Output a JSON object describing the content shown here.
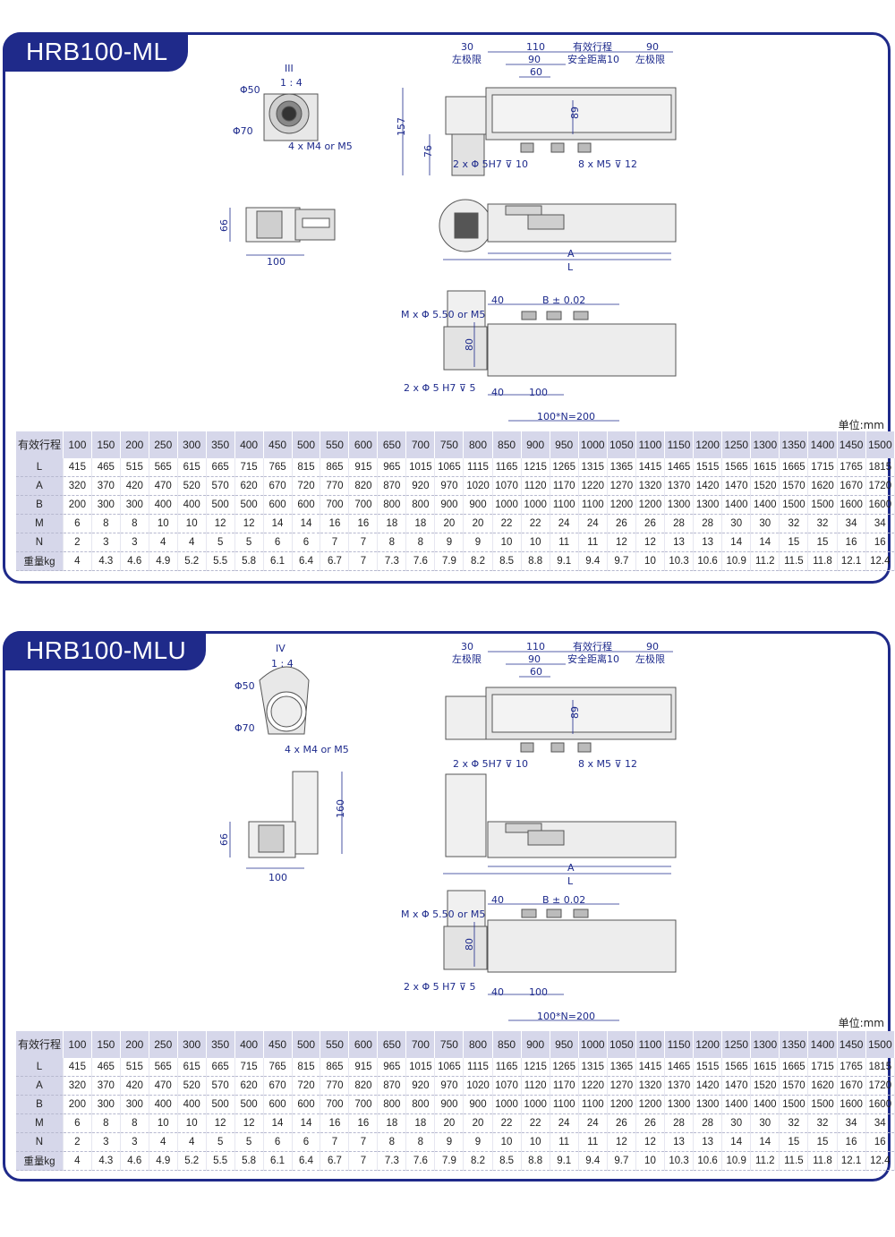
{
  "sections": [
    {
      "title": "HRB100-ML",
      "view_label": "III",
      "view_scale": "1 : 4",
      "labels": {
        "phi50": "Φ50",
        "phi70": "Φ70",
        "mount": "4 x  M4 or M5",
        "d66": "66",
        "d100": "100",
        "d157": "157",
        "d76": "76",
        "d89": "89",
        "d30": "30",
        "left_limit_a": "左极限",
        "d110": "110",
        "d90a": "90",
        "d60": "60",
        "stroke": "有效行程",
        "safety": "安全距离10",
        "d90b": "90",
        "left_limit_b": "左极限",
        "pin": "2 x Φ 5H7 ⊽ 10",
        "screw": "8 x  M5 ⊽ 12",
        "A": "A",
        "L": "L",
        "m_holes": "M x Φ 5.50 or M5",
        "d40a": "40",
        "B": "B ± 0.02",
        "d80": "80",
        "pin2": "2 x Φ 5 H7 ⊽  5",
        "d40b": "40",
        "d100b": "100",
        "nx200": "100*N=200"
      },
      "unit": "单位:mm"
    },
    {
      "title": "HRB100-MLU",
      "view_label": "IV",
      "view_scale": "1 : 4",
      "labels": {
        "phi50": "Φ50",
        "phi70": "Φ70",
        "mount": "4 x  M4 or M5",
        "d66": "66",
        "d100": "100",
        "d160": "160",
        "d89": "89",
        "d30": "30",
        "left_limit_a": "左极限",
        "d110": "110",
        "d90a": "90",
        "d60": "60",
        "stroke": "有效行程",
        "safety": "安全距离10",
        "d90b": "90",
        "left_limit_b": "左极限",
        "pin": "2 x Φ 5H7 ⊽ 10",
        "screw": "8 x  M5 ⊽ 12",
        "A": "A",
        "L": "L",
        "m_holes": "M x Φ 5.50 or M5",
        "d40a": "40",
        "B": "B ± 0.02",
        "d80": "80",
        "pin2": "2 x Φ 5 H7 ⊽  5",
        "d40b": "40",
        "d100b": "100",
        "nx200": "100*N=200"
      },
      "unit": "单位:mm"
    }
  ],
  "table": {
    "header_label": "有效行程",
    "strokes": [
      "100",
      "150",
      "200",
      "250",
      "300",
      "350",
      "400",
      "450",
      "500",
      "550",
      "600",
      "650",
      "700",
      "750",
      "800",
      "850",
      "900",
      "950",
      "1000",
      "1050",
      "1100",
      "1150",
      "1200",
      "1250",
      "1300",
      "1350",
      "1400",
      "1450",
      "1500"
    ],
    "rows": [
      {
        "label": "L",
        "values": [
          "415",
          "465",
          "515",
          "565",
          "615",
          "665",
          "715",
          "765",
          "815",
          "865",
          "915",
          "965",
          "1015",
          "1065",
          "1115",
          "1165",
          "1215",
          "1265",
          "1315",
          "1365",
          "1415",
          "1465",
          "1515",
          "1565",
          "1615",
          "1665",
          "1715",
          "1765",
          "1815"
        ]
      },
      {
        "label": "A",
        "values": [
          "320",
          "370",
          "420",
          "470",
          "520",
          "570",
          "620",
          "670",
          "720",
          "770",
          "820",
          "870",
          "920",
          "970",
          "1020",
          "1070",
          "1120",
          "1170",
          "1220",
          "1270",
          "1320",
          "1370",
          "1420",
          "1470",
          "1520",
          "1570",
          "1620",
          "1670",
          "1720"
        ]
      },
      {
        "label": "B",
        "values": [
          "200",
          "300",
          "300",
          "400",
          "400",
          "500",
          "500",
          "600",
          "600",
          "700",
          "700",
          "800",
          "800",
          "900",
          "900",
          "1000",
          "1000",
          "1100",
          "1100",
          "1200",
          "1200",
          "1300",
          "1300",
          "1400",
          "1400",
          "1500",
          "1500",
          "1600",
          "1600"
        ]
      },
      {
        "label": "M",
        "values": [
          "6",
          "8",
          "8",
          "10",
          "10",
          "12",
          "12",
          "14",
          "14",
          "16",
          "16",
          "18",
          "18",
          "20",
          "20",
          "22",
          "22",
          "24",
          "24",
          "26",
          "26",
          "28",
          "28",
          "30",
          "30",
          "32",
          "32",
          "34",
          "34"
        ]
      },
      {
        "label": "N",
        "values": [
          "2",
          "3",
          "3",
          "4",
          "4",
          "5",
          "5",
          "6",
          "6",
          "7",
          "7",
          "8",
          "8",
          "9",
          "9",
          "10",
          "10",
          "11",
          "11",
          "12",
          "12",
          "13",
          "13",
          "14",
          "14",
          "15",
          "15",
          "16",
          "16"
        ]
      },
      {
        "label": "重量kg",
        "values": [
          "4",
          "4.3",
          "4.6",
          "4.9",
          "5.2",
          "5.5",
          "5.8",
          "6.1",
          "6.4",
          "6.7",
          "7",
          "7.3",
          "7.6",
          "7.9",
          "8.2",
          "8.5",
          "8.8",
          "9.1",
          "9.4",
          "9.7",
          "10",
          "10.3",
          "10.6",
          "10.9",
          "11.2",
          "11.5",
          "11.8",
          "12.1",
          "12.4"
        ]
      }
    ]
  }
}
